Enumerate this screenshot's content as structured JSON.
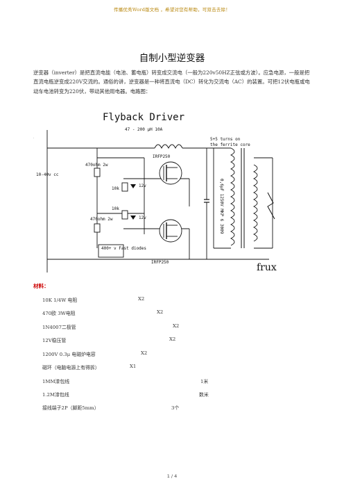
{
  "banner": "传播优秀Word版文档 ，希望对您有帮助，可双击去除！",
  "title": "自制小型逆变器",
  "intro": "逆变器（inverter）是把直流电能（电池、蓄电瓶）转变成交流电（一般为220v50HZ正弦或方波）。应急电源，一般是把直流电瓶逆变成220V交流的。通俗的讲，逆变器是一种将直流电（DC）转化为交流电（AC）的装置。可把12伏电瓶或电动车电池转变为220伏，带动其他用电器。电路图：",
  "diagram": {
    "title": "Flyback Driver",
    "inductor": "47 - 200 μH 10A",
    "turns": "5+5 turns on",
    "core": "the ferrite core",
    "mosfet_top": "IRFP250",
    "mosfet_bottom": "IRFP250",
    "r_top": "470ohm 2w",
    "r_bottom": "470ohm 2w",
    "r10k_a": "10k",
    "r10k_b": "10k",
    "zener_a": "12v",
    "zener_b": "12v",
    "supply": "10-40v cc",
    "diodes": "400+ v\nFast diodes",
    "capacitor": "0,6μF 1250V\nMKP 6 3009",
    "plus": "+",
    "minus": "-",
    "signature": "frux"
  },
  "materials": {
    "heading": "材料：",
    "items": [
      {
        "name": "10K 1/4W   电阻",
        "qty": "X2"
      },
      {
        "name": "470欧   3W电阻",
        "qty": "X2"
      },
      {
        "name": "1N4007二极管",
        "qty": "X2"
      },
      {
        "name": "12V稳压管",
        "qty": "X2"
      },
      {
        "name": "1200V 0.3μ 电磁炉电容",
        "qty": "X2"
      },
      {
        "name": "磁环（电脑电源上有得拆）",
        "qty": "X1"
      },
      {
        "name": "1MM漆包线",
        "qty": "1米"
      },
      {
        "name": "1.2M漆包线",
        "qty": "数米"
      },
      {
        "name": "接线端子2P（脚距5mm）",
        "qty": "3个"
      }
    ]
  },
  "footer": "1 / 4"
}
